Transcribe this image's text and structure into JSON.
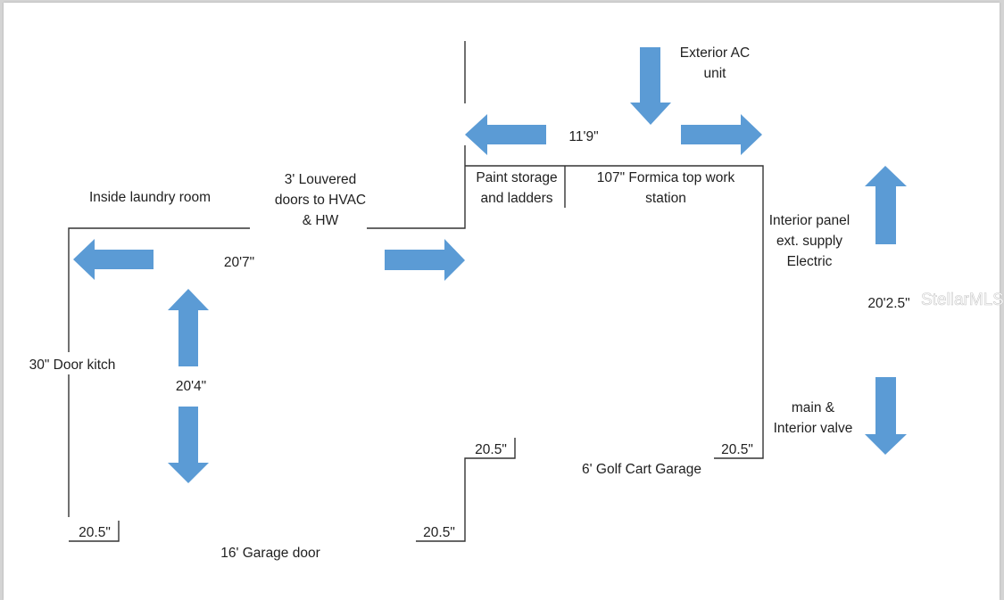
{
  "diagram": {
    "title": "Garage floor plan sketch",
    "arrow_color": "#5b9bd5",
    "line_color": "#333333",
    "labels": {
      "exterior_ac": "Exterior AC\nunit",
      "width_top": "11'9\"",
      "paint_storage": "Paint storage\nand ladders",
      "formica_station": "107\" Formica top work\nstation",
      "interior_panel": "Interior panel\next. supply\nElectric",
      "depth_right": "20'2.5\"",
      "main_valve": "main &\nInterior valve",
      "inside_laundry": "Inside laundry room",
      "louvered_doors": "3' Louvered\ndoors to HVAC\n& HW",
      "width_main": "20'7\"",
      "door_kitchen": "30\" Door kitch",
      "depth_left": "20'4\"",
      "wall_left_bottom": "20.5\"",
      "garage_door": "16' Garage door",
      "wall_mid_bottom": "20.5\"",
      "wall_mid_step": "20.5\"",
      "golf_cart_garage": "6' Golf Cart Garage",
      "wall_right_bottom": "20.5\""
    },
    "watermark": "StellarMLS"
  }
}
